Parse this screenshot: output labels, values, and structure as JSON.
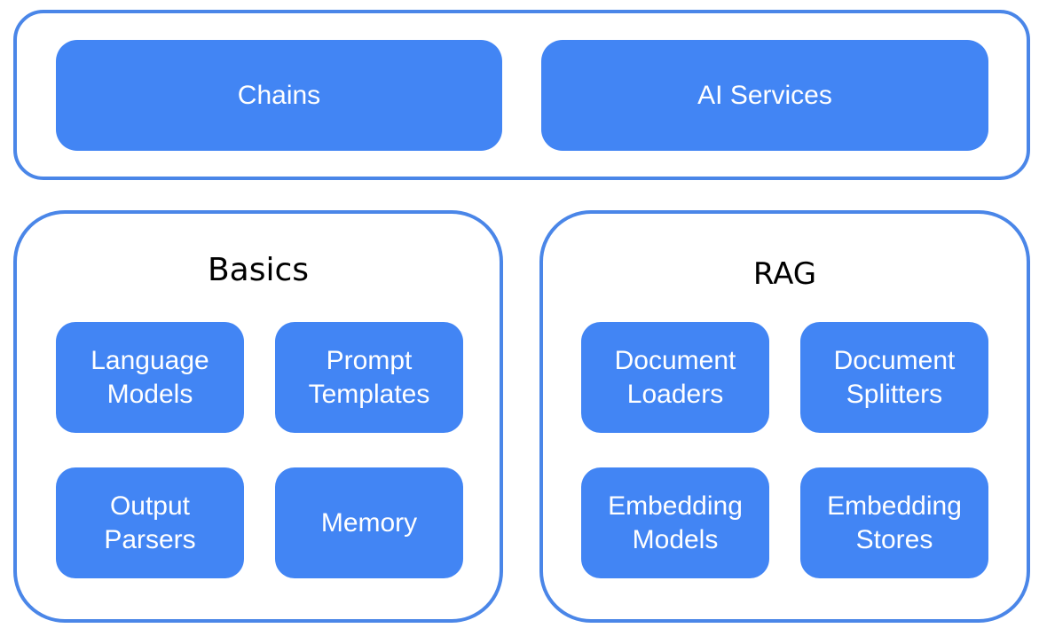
{
  "top": {
    "boxes": [
      "Chains",
      "AI Services"
    ]
  },
  "basics": {
    "title": "Basics",
    "boxes": [
      "Language\nModels",
      "Prompt\nTemplates",
      "Output\nParsers",
      "Memory"
    ]
  },
  "rag": {
    "title": "RAG",
    "boxes": [
      "Document\nLoaders",
      "Document\nSplitters",
      "Embedding\nModels",
      "Embedding\nStores"
    ]
  },
  "colors": {
    "border": "#4a86e8",
    "box_fill": "#4285f4",
    "box_text": "#ffffff",
    "title_text": "#000000"
  }
}
